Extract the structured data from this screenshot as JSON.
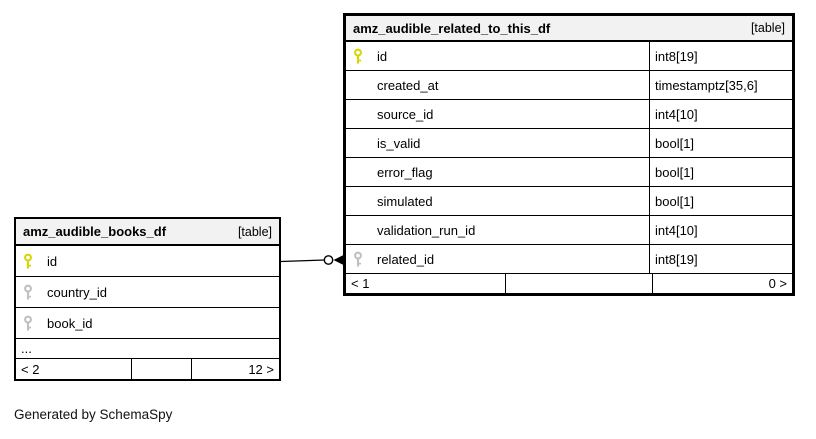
{
  "diagram": {
    "generated_by": "Generated by SchemaSpy"
  },
  "left_table": {
    "title": "amz_audible_books_df",
    "badge": "[table]",
    "rows": [
      {
        "name": "id",
        "key": "primary"
      },
      {
        "name": "country_id",
        "key": "foreign"
      },
      {
        "name": "book_id",
        "key": "foreign"
      }
    ],
    "more_rows": "...",
    "pager_prev": "< 2",
    "pager_next": "12 >"
  },
  "right_table": {
    "title": "amz_audible_related_to_this_df",
    "badge": "[table]",
    "rows": [
      {
        "name": "id",
        "type": "int8[19]",
        "key": "primary"
      },
      {
        "name": "created_at",
        "type": "timestamptz[35,6]",
        "key": "none"
      },
      {
        "name": "source_id",
        "type": "int4[10]",
        "key": "none"
      },
      {
        "name": "is_valid",
        "type": "bool[1]",
        "key": "none"
      },
      {
        "name": "error_flag",
        "type": "bool[1]",
        "key": "none"
      },
      {
        "name": "simulated",
        "type": "bool[1]",
        "key": "none"
      },
      {
        "name": "validation_run_id",
        "type": "int4[10]",
        "key": "none"
      },
      {
        "name": "related_id",
        "type": "int8[19]",
        "key": "foreign"
      }
    ],
    "pager_prev": "< 1",
    "pager_next": "0 >"
  },
  "relationship": {
    "from": "amz_audible_books_df.id",
    "to": "amz_audible_related_to_this_df.related_id"
  },
  "colors": {
    "primary_key_icon": "#d6d607",
    "foreign_key_icon": "#c0c0c0",
    "header_bg": "#f2f2f2",
    "border": "#000000"
  }
}
